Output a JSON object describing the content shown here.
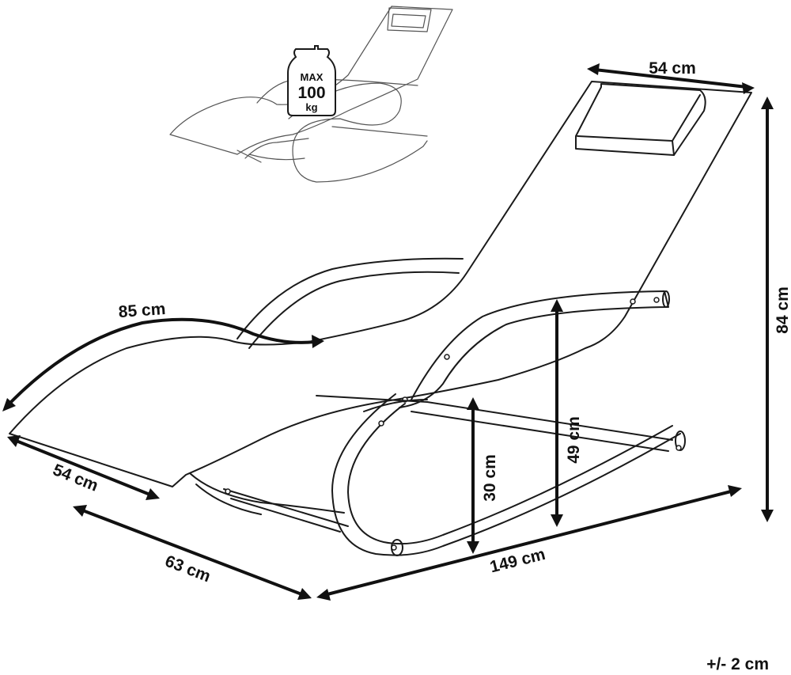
{
  "weight_limit": {
    "line1": "MAX",
    "line2": "100",
    "line3": "kg"
  },
  "dimensions": {
    "headrest_width": "54 cm",
    "height_total": "84 cm",
    "seat_curve_length": "85 cm",
    "front_width": "54 cm",
    "base_width": "63 cm",
    "total_length": "149 cm",
    "seat_height": "30 cm",
    "armrest_height": "49 cm"
  },
  "tolerance": "+/- 2 cm"
}
